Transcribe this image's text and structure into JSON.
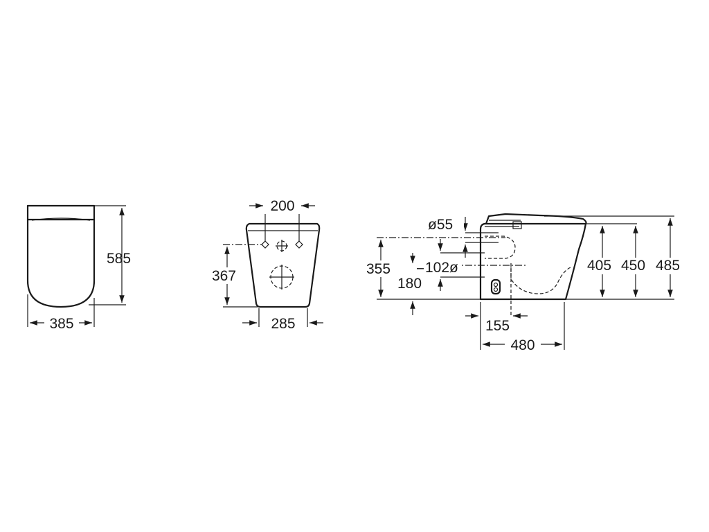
{
  "views": {
    "top": {
      "width_label": "385",
      "depth_label": "585"
    },
    "rear": {
      "fixing_spacing_label": "200",
      "fixing_height_label": "367",
      "base_width_label": "285"
    },
    "side": {
      "supply_diameter_label": "ø55",
      "supply_height_label": "355",
      "waste_diameter_label": "102ø",
      "waste_height_label": "180",
      "bowl_height_label": "405",
      "seat_height_label": "450",
      "overall_height_label": "485",
      "waste_offset_label": "155",
      "overall_depth_label": "480"
    }
  }
}
